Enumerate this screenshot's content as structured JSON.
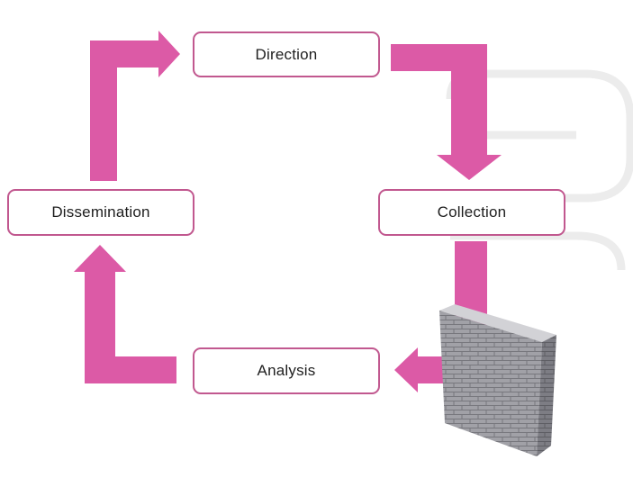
{
  "diagram": {
    "type": "cycle",
    "nodes": [
      {
        "id": "direction",
        "label": "Direction"
      },
      {
        "id": "collection",
        "label": "Collection"
      },
      {
        "id": "analysis",
        "label": "Analysis"
      },
      {
        "id": "dissemination",
        "label": "Dissemination"
      }
    ],
    "edges": [
      {
        "from": "direction",
        "to": "collection"
      },
      {
        "from": "collection",
        "to": "analysis"
      },
      {
        "from": "analysis",
        "to": "dissemination"
      },
      {
        "from": "dissemination",
        "to": "direction"
      }
    ],
    "colors": {
      "arrow": "#dc5aa6",
      "node_border": "#c1588f",
      "node_fill": "#ffffff",
      "text": "#1e1e1e",
      "watermark": "#ececec"
    },
    "overlay": "brick-wall-image",
    "watermark": "faint-logo-watermark"
  }
}
